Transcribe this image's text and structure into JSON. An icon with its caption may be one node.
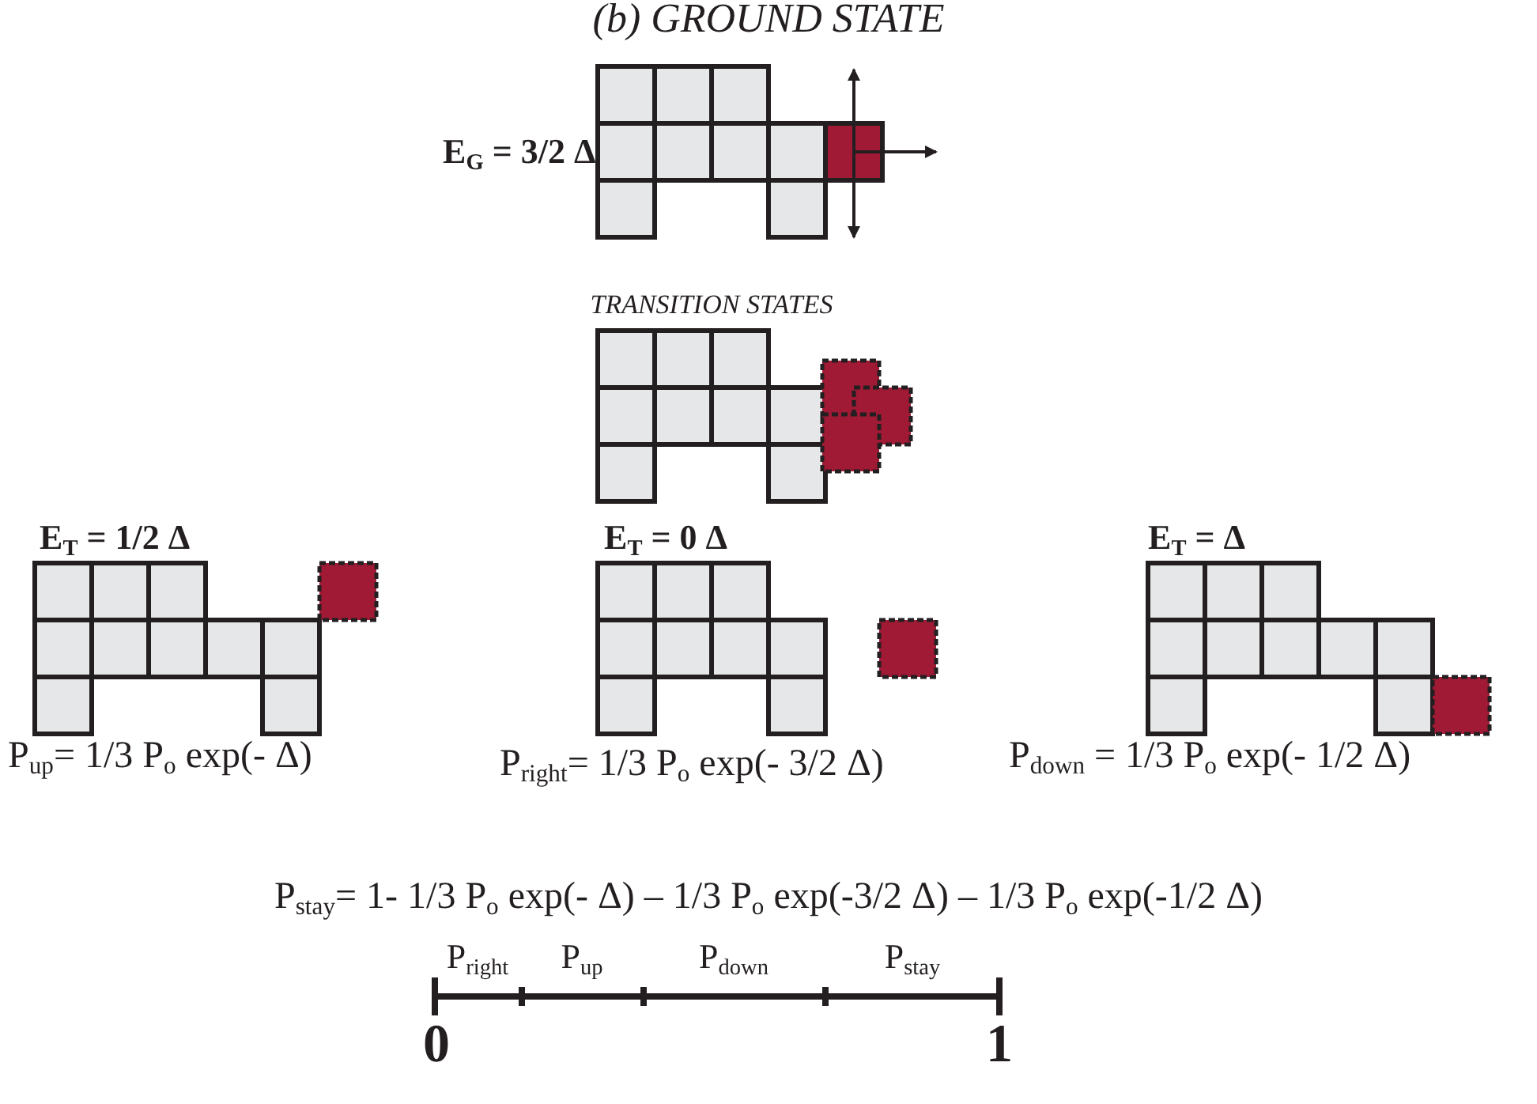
{
  "diagram": {
    "title": "(b) GROUND STATE",
    "labels": [
      "E$_{G}$ = 3/2 Δ",
      "TRANSITION STATES",
      "E$_{T}$ = 1/2 Δ",
      "E$_{T}$ = 0 Δ",
      "E$_{T}$ = Δ",
      "P$_{up}$= 1/3 P$_{o}$ exp(- Δ)",
      "P$_{right}$= 1/3 P$_{o}$ exp(- 3/2 Δ)",
      "P$_{down}$ = 1/3 P$_{o}$ exp(- 1/2 Δ)",
      "P$_{stay}$= 1- 1/3 P$_{o}$ exp(- Δ) – 1/3 P$_{o}$ exp(-3/2 Δ) – 1/3 P$_{o}$ exp(-1/2 Δ)",
      "P$_{right}$",
      "P$_{up}$",
      "P$_{down}$",
      "P$_{stay}$",
      "0",
      "1"
    ]
  }
}
